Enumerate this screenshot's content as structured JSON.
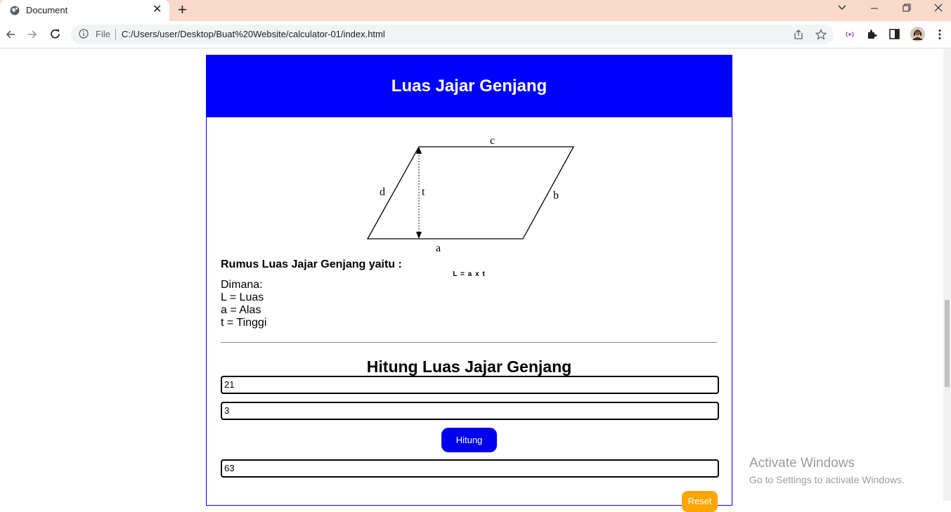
{
  "browser": {
    "tab_title": "Document",
    "new_tab_symbol": "+",
    "close_symbol": "✕",
    "file_label": "File",
    "url": "C:/Users/user/Desktop/Buat%20Website/calculator-01/index.html"
  },
  "header": {
    "title": "Luas Jajar Genjang"
  },
  "diagram": {
    "labels": {
      "c": "c",
      "d": "d",
      "t": "t",
      "b": "b",
      "a": "a"
    }
  },
  "rumus": {
    "title": "Rumus Luas Jajar Genjang yaitu :",
    "formula": "L = a x t",
    "dimana": "Dimana:",
    "items": [
      "L = Luas",
      "a = Alas",
      "t = Tinggi"
    ]
  },
  "calculator": {
    "title": "Hitung Luas Jajar Genjang",
    "alas_value": "21",
    "tinggi_value": "3",
    "hitung_label": "Hitung",
    "result_value": "63",
    "reset_label": "Reset"
  },
  "watermark": {
    "line1": "Activate Windows",
    "line2": "Go to Settings to activate Windows."
  }
}
